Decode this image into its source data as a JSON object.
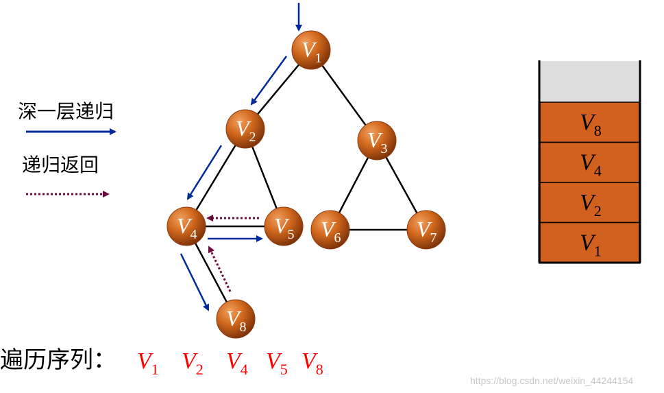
{
  "legend": {
    "deeper_label": "深一层递归",
    "return_label": "递归返回"
  },
  "colors": {
    "node_fill": "#d2691e",
    "node_dark": "#8b3a10",
    "edge": "#000000",
    "deeper_arrow": "#002a9a",
    "return_arrow": "#6b0a3a",
    "stack_fill": "#d2601e",
    "stack_empty": "#dddddd",
    "sequence": "#ff0000"
  },
  "nodes": [
    {
      "id": "V1",
      "letter": "V",
      "sub": "1"
    },
    {
      "id": "V2",
      "letter": "V",
      "sub": "2"
    },
    {
      "id": "V3",
      "letter": "V",
      "sub": "3"
    },
    {
      "id": "V4",
      "letter": "V",
      "sub": "4"
    },
    {
      "id": "V5",
      "letter": "V",
      "sub": "5"
    },
    {
      "id": "V6",
      "letter": "V",
      "sub": "6"
    },
    {
      "id": "V7",
      "letter": "V",
      "sub": "7"
    },
    {
      "id": "V8",
      "letter": "V",
      "sub": "8"
    }
  ],
  "edges": [
    [
      "V1",
      "V2"
    ],
    [
      "V1",
      "V3"
    ],
    [
      "V2",
      "V4"
    ],
    [
      "V2",
      "V5"
    ],
    [
      "V4",
      "V5"
    ],
    [
      "V4",
      "V8"
    ],
    [
      "V3",
      "V6"
    ],
    [
      "V3",
      "V7"
    ],
    [
      "V6",
      "V7"
    ]
  ],
  "stack": {
    "items_top_to_bottom": [
      {
        "letter": "V",
        "sub": "8"
      },
      {
        "letter": "V",
        "sub": "4"
      },
      {
        "letter": "V",
        "sub": "2"
      },
      {
        "letter": "V",
        "sub": "1"
      }
    ]
  },
  "sequence": {
    "label": "遍历序列：",
    "items": [
      {
        "letter": "V",
        "sub": "1"
      },
      {
        "letter": "V",
        "sub": "2"
      },
      {
        "letter": "V",
        "sub": "4"
      },
      {
        "letter": "V",
        "sub": "5"
      },
      {
        "letter": "V",
        "sub": "8"
      }
    ]
  },
  "watermark": "https://blog.csdn.net/weixin_44244154"
}
